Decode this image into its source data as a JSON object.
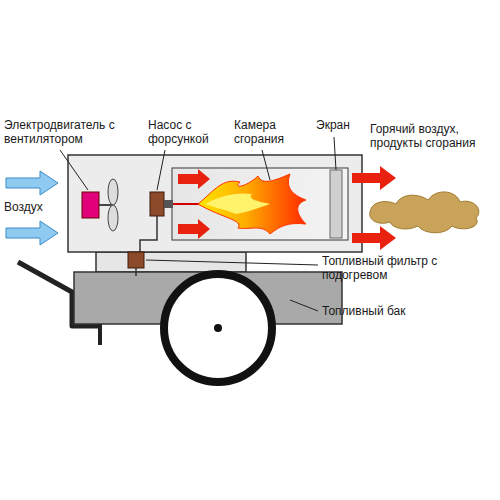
{
  "diagram": {
    "labels": [
      "Электродвигатель с вентилятором",
      "Насос с форсункой",
      "Камера сгорания",
      "Экран",
      "Горячий воздух, продукты сгорания",
      "Воздух",
      "Топливный фильтр с подогревом",
      "Топливный бак"
    ]
  }
}
